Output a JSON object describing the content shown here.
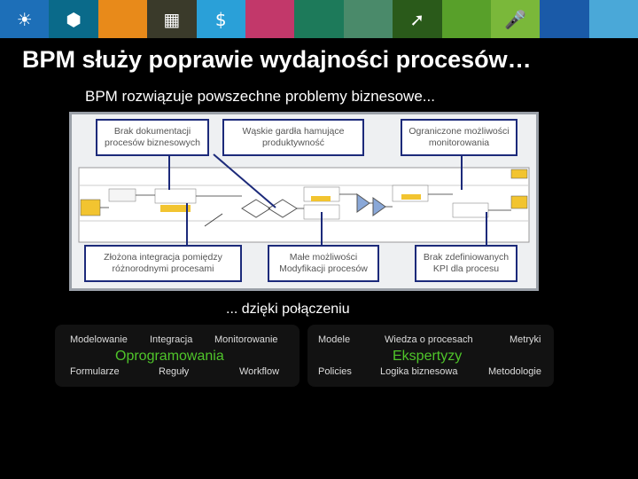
{
  "banner": {
    "tiles": [
      {
        "icon": "ibm-logo-icon",
        "glyph": "☀",
        "color": "#1d6fb8"
      },
      {
        "icon": "hexagon-icon",
        "glyph": "⬢",
        "color": "#0a6a8a"
      },
      {
        "icon": "orange-tile-icon",
        "glyph": "",
        "color": "#e88a1a"
      },
      {
        "icon": "film-icon",
        "glyph": "▦",
        "color": "#3a3a2a"
      },
      {
        "icon": "dollar-icon",
        "glyph": "$",
        "color": "#2aa0d8"
      },
      {
        "icon": "pink-tile-icon",
        "glyph": "",
        "color": "#c2386a"
      },
      {
        "icon": "circuit-icon",
        "glyph": "",
        "color": "#1d7a5a"
      },
      {
        "icon": "water-drop-icon",
        "glyph": "",
        "color": "#4a8a6a"
      },
      {
        "icon": "arrow-icon",
        "glyph": "➚",
        "color": "#2a5a1a"
      },
      {
        "icon": "leaf-icon",
        "glyph": "",
        "color": "#58a02a"
      },
      {
        "icon": "microphone-icon",
        "glyph": "🎤",
        "color": "#7ab83a"
      },
      {
        "icon": "blue-tile-icon",
        "glyph": "",
        "color": "#1a5aa8"
      },
      {
        "icon": "water-ripple-icon",
        "glyph": "",
        "color": "#4aa8d8"
      }
    ]
  },
  "title": "BPM służy poprawie wydajności procesów…",
  "subtitle": "BPM rozwiązuje powszechne problemy biznesowe...",
  "callouts": {
    "c1": "Brak dokumentacji procesów biznesowych",
    "c2": "Wąskie gardła hamujące produktywność",
    "c3": "Ograniczone możliwości monitorowania",
    "c4": "Złożona integracja pomiędzy różnorodnymi procesami",
    "c5": "Małe możliwości Modyfikacji procesów",
    "c6": "Brak zdefiniowanych KPI dla procesu"
  },
  "thanks": "... dzięki połączeniu",
  "software": {
    "heading": "Oprogramowania",
    "top": [
      "Modelowanie",
      "Integracja",
      "Monitorowanie"
    ],
    "bottom": [
      "Formularze",
      "Reguły",
      "Workflow"
    ]
  },
  "expertise": {
    "heading": "Ekspertyzy",
    "top": [
      "Modele",
      "Wiedza o procesach",
      "Metryki"
    ],
    "bottom": [
      "Policies",
      "Logika biznesowa",
      "Metodologie"
    ]
  },
  "colors": {
    "accent_green": "#4fc52a",
    "callout_border": "#1c2a7a"
  }
}
